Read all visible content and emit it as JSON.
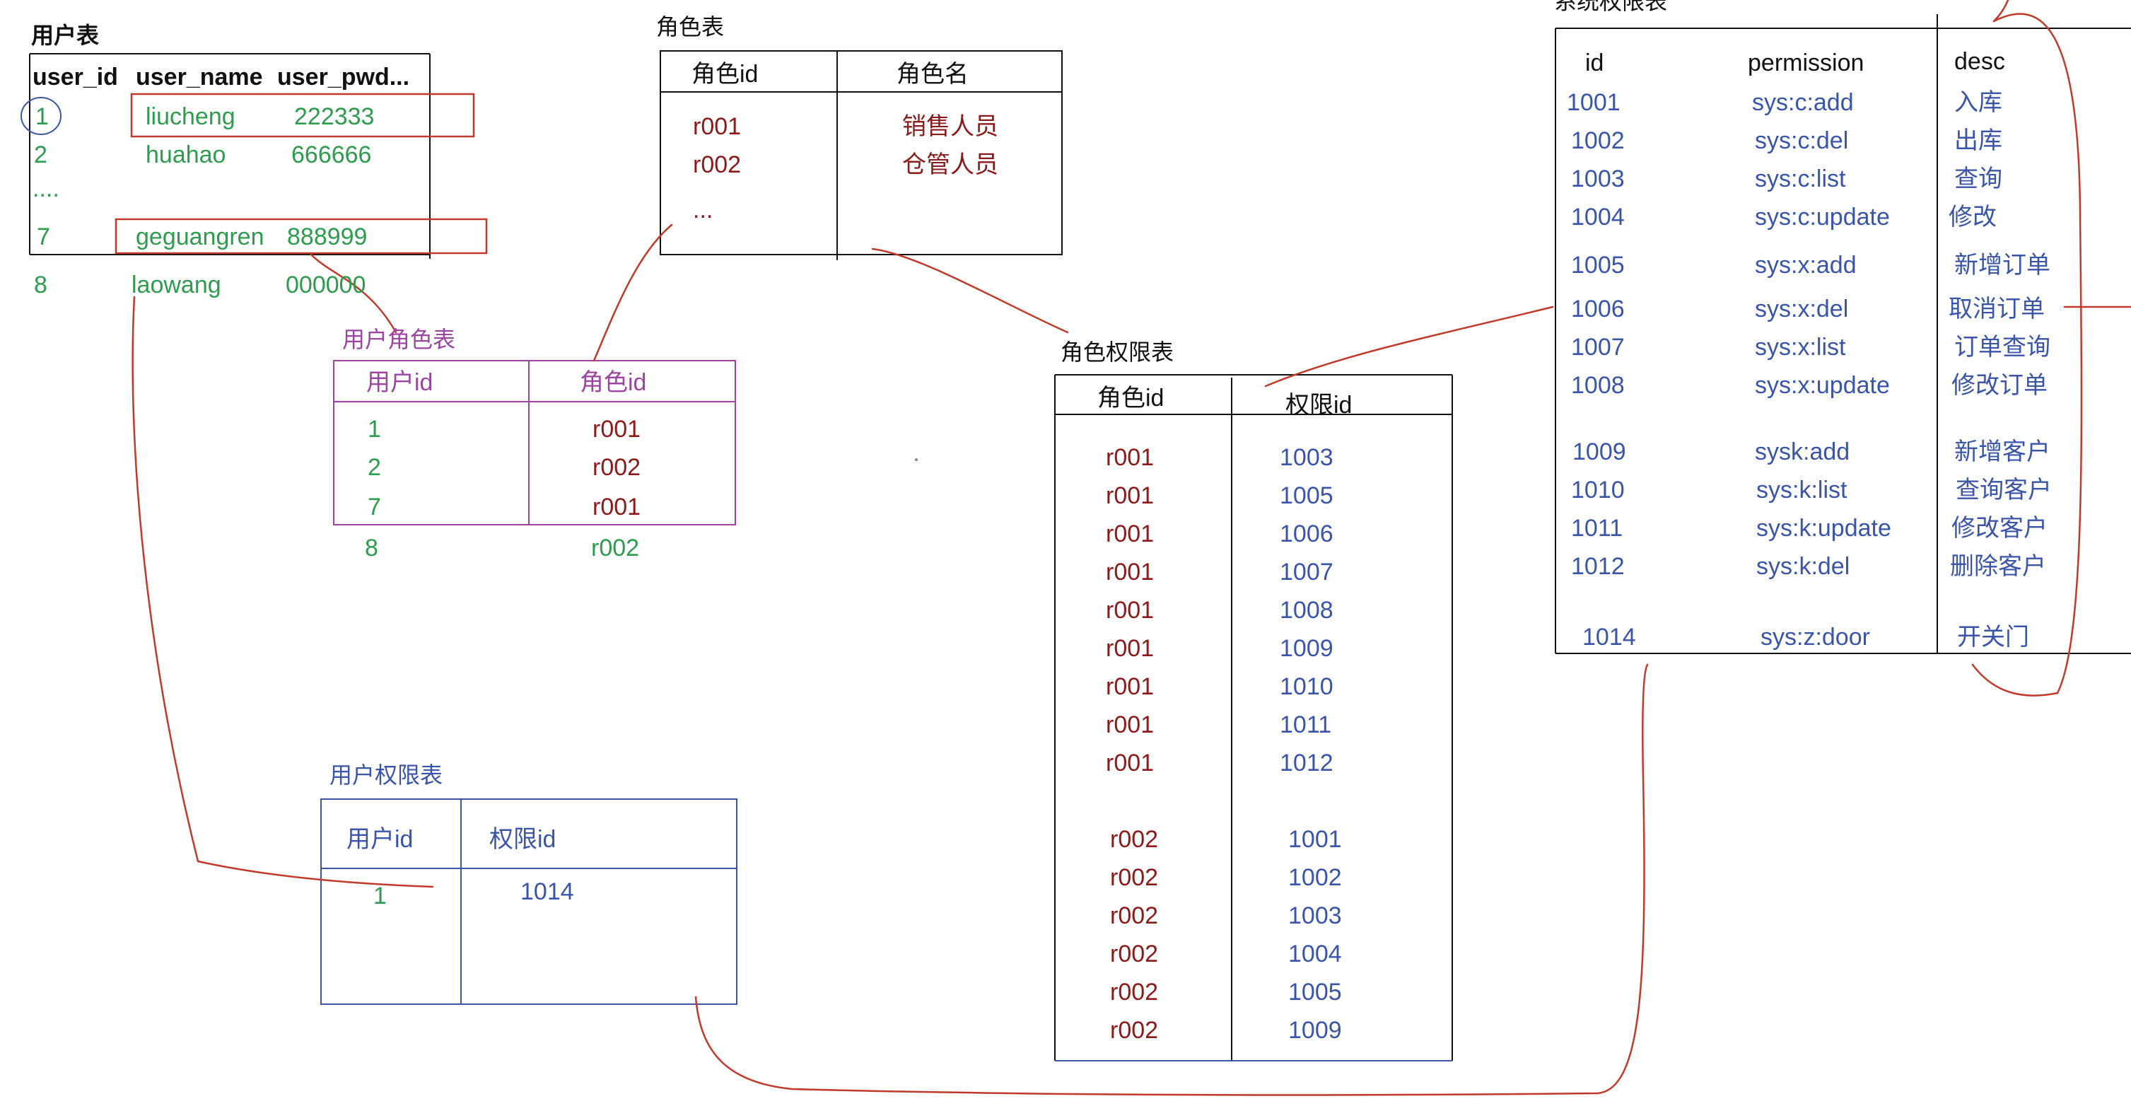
{
  "colors": {
    "green": "#2e9b4e",
    "dark_red": "#8b1a1a",
    "blue": "#3a55a8",
    "purple": "#9b45a0",
    "annotation_red": "#c0392b"
  },
  "user_table": {
    "title": "用户表",
    "headers": [
      "user_id",
      "user_name",
      "user_pwd..."
    ],
    "rows": [
      {
        "id": "1",
        "name": "liucheng",
        "pwd": "222333"
      },
      {
        "id": "2",
        "name": "huahao",
        "pwd": "666666"
      },
      {
        "id": "....",
        "name": "",
        "pwd": ""
      },
      {
        "id": "7",
        "name": "geguangren",
        "pwd": "888999"
      },
      {
        "id": "8",
        "name": "laowang",
        "pwd": "000000"
      }
    ]
  },
  "role_table": {
    "title": "角色表",
    "headers": [
      "角色id",
      "角色名"
    ],
    "rows": [
      {
        "id": "r001",
        "name": "销售人员"
      },
      {
        "id": "r002",
        "name": "仓管人员"
      },
      {
        "id": "...",
        "name": ""
      }
    ]
  },
  "user_role_table": {
    "title": "用户角色表",
    "headers": [
      "用户id",
      "角色id"
    ],
    "rows": [
      {
        "user": "1",
        "role": "r001"
      },
      {
        "user": "2",
        "role": "r002"
      },
      {
        "user": "7",
        "role": "r001"
      },
      {
        "user": "8",
        "role": "r002"
      }
    ]
  },
  "user_perm_table": {
    "title": "用户权限表",
    "headers": [
      "用户id",
      "权限id"
    ],
    "rows": [
      {
        "user": "1",
        "perm": "1014"
      }
    ]
  },
  "role_perm_table": {
    "title": "角色权限表",
    "headers": [
      "角色id",
      "权限id"
    ],
    "rows": [
      {
        "role": "r001",
        "perm": "1003"
      },
      {
        "role": "r001",
        "perm": "1005"
      },
      {
        "role": "r001",
        "perm": "1006"
      },
      {
        "role": "r001",
        "perm": "1007"
      },
      {
        "role": "r001",
        "perm": "1008"
      },
      {
        "role": "r001",
        "perm": "1009"
      },
      {
        "role": "r001",
        "perm": "1010"
      },
      {
        "role": "r001",
        "perm": "1011"
      },
      {
        "role": "r001",
        "perm": "1012"
      },
      {
        "role": "r002",
        "perm": "1001"
      },
      {
        "role": "r002",
        "perm": "1002"
      },
      {
        "role": "r002",
        "perm": "1003"
      },
      {
        "role": "r002",
        "perm": "1004"
      },
      {
        "role": "r002",
        "perm": "1005"
      },
      {
        "role": "r002",
        "perm": "1009"
      }
    ]
  },
  "sys_perm_table": {
    "title": "系统权限表",
    "headers": [
      "id",
      "permission",
      "desc"
    ],
    "rows": [
      {
        "id": "1001",
        "perm": "sys:c:add",
        "desc": "入库"
      },
      {
        "id": "1002",
        "perm": "sys:c:del",
        "desc": "出库"
      },
      {
        "id": "1003",
        "perm": "sys:c:list",
        "desc": "查询"
      },
      {
        "id": "1004",
        "perm": "sys:c:update",
        "desc": "修改"
      },
      {
        "id": "1005",
        "perm": "sys:x:add",
        "desc": "新增订单"
      },
      {
        "id": "1006",
        "perm": "sys:x:del",
        "desc": "取消订单"
      },
      {
        "id": "1007",
        "perm": "sys:x:list",
        "desc": "订单查询"
      },
      {
        "id": "1008",
        "perm": "sys:x:update",
        "desc": "修改订单"
      },
      {
        "id": "1009",
        "perm": "sysk:add",
        "desc": "新增客户"
      },
      {
        "id": "1010",
        "perm": "sys:k:list",
        "desc": "查询客户"
      },
      {
        "id": "1011",
        "perm": "sys:k:update",
        "desc": "修改客户"
      },
      {
        "id": "1012",
        "perm": "sys:k:del",
        "desc": "删除客户"
      },
      {
        "id": "1014",
        "perm": "sys:z:door",
        "desc": "开关门"
      }
    ]
  }
}
